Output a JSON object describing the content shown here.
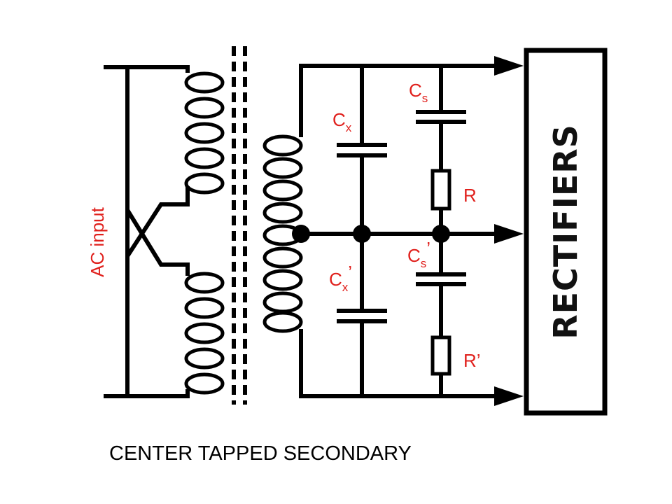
{
  "diagram": {
    "caption": "CENTER TAPPED SECONDARY",
    "block_label": "RECTIFIERS",
    "input_label": "AC input",
    "components": {
      "cx": {
        "main": "C",
        "sub": "x"
      },
      "cx_prime": {
        "main": "C",
        "sub": "x",
        "prime": "’"
      },
      "cs": {
        "main": "C",
        "sub": "s"
      },
      "cs_prime": {
        "main": "C",
        "sub": "s",
        "prime": "’"
      },
      "r": {
        "main": "R"
      },
      "r_prime": {
        "main": "R’"
      }
    },
    "colors": {
      "wire": "#000000",
      "label": "#e0201c"
    }
  }
}
